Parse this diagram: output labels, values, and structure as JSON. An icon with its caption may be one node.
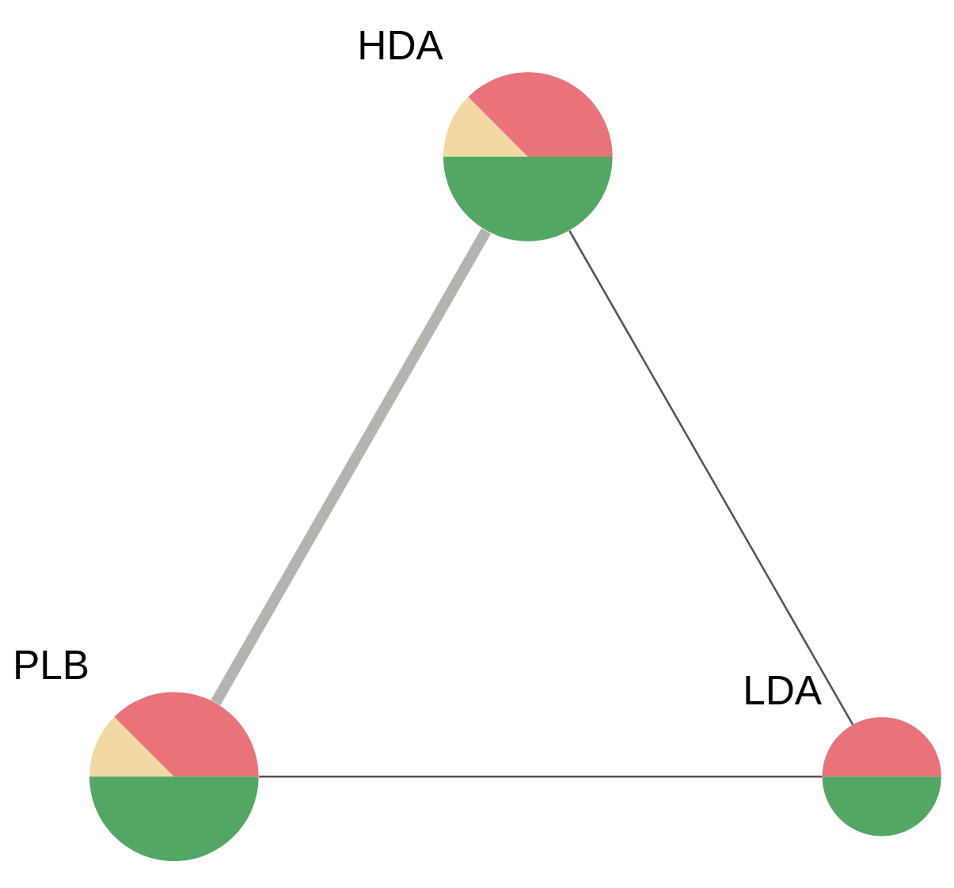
{
  "diagram": {
    "nodes": [
      {
        "text": [
          "HDA"
        ]
      },
      {
        "text": [
          "PLB"
        ]
      },
      {
        "text": [
          "LDA"
        ]
      }
    ],
    "edges": [
      {
        "from": 0,
        "to": 1,
        "arrow": "none",
        "style": "thick",
        "color": "#b4b4ae"
      },
      {
        "from": 0,
        "to": 2,
        "arrow": "none"
      },
      {
        "from": 1,
        "to": 2,
        "arrow": "none"
      }
    ]
  }
}
